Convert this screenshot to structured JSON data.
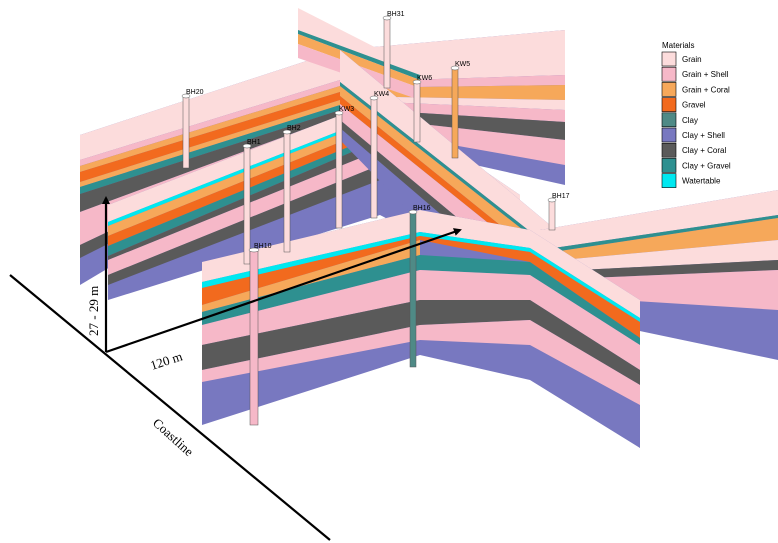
{
  "legend": {
    "title": "Materials",
    "items": [
      {
        "label": "Grain",
        "color": "#fcdcdc"
      },
      {
        "label": "Grain + Shell",
        "color": "#f6b8c8"
      },
      {
        "label": "Grain + Coral",
        "color": "#f6a85a"
      },
      {
        "label": "Gravel",
        "color": "#f26a1e"
      },
      {
        "label": "Clay",
        "color": "#4f8a86"
      },
      {
        "label": "Clay + Shell",
        "color": "#7878c0"
      },
      {
        "label": "Clay + Coral",
        "color": "#5a5a5a"
      },
      {
        "label": "Clay + Gravel",
        "color": "#2e9090"
      },
      {
        "label": "Watertable",
        "color": "#00e8f0"
      }
    ]
  },
  "boreholes": {
    "bh1": "BH1",
    "bh2": "BH2",
    "bh10": "BH10",
    "bh16": "BH16",
    "bh17": "BH17",
    "bh20": "BH20",
    "bh31": "BH31",
    "kw3": "KW3",
    "kw4": "KW4",
    "kw5": "KW5",
    "kw6": "KW6"
  },
  "annotations": {
    "depth": "27 - 29 m",
    "distance": "120 m",
    "coastline": "Coastline"
  }
}
